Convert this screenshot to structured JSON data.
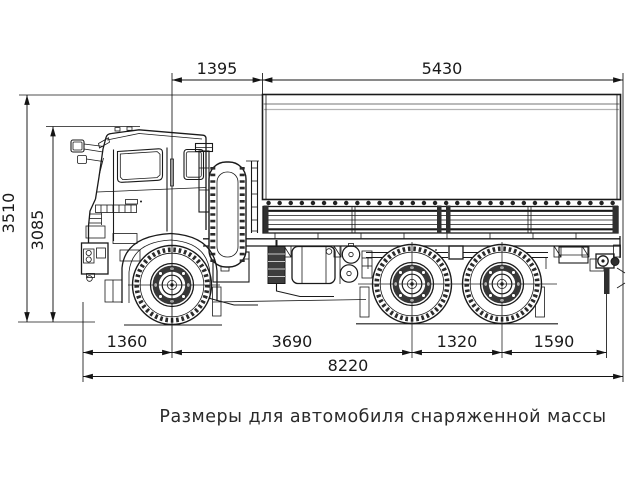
{
  "page": {
    "background": "#ffffff",
    "line_color": "#1a1a1a"
  },
  "drawing": {
    "caption": "Размеры для автомобиля снаряженной массы",
    "dimensions": {
      "axle_to_platform_front": "1395",
      "platform_length": "5430",
      "overall_height": "3510",
      "cab_height": "3085",
      "front_overhang": "1360",
      "wheelbase": "3690",
      "bogie_base": "1320",
      "rear_overhang": "1590",
      "overall_length": "8220"
    }
  }
}
